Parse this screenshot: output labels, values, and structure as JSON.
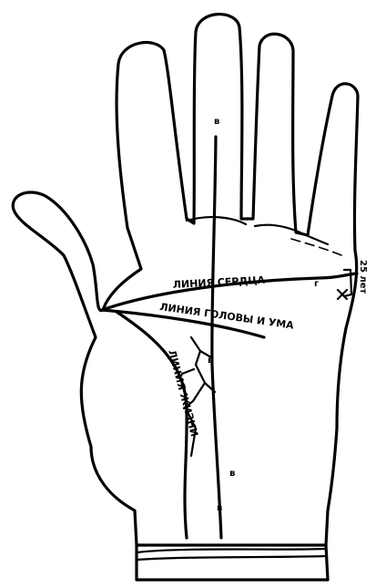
{
  "labels": {
    "heart_line": "ЛИНИЯ СЕРДЦА",
    "head_line": "ЛИНИЯ ГОЛОВЫ И УМА",
    "life_line": "ЛИНИЯ ЖИЗНИ",
    "side_note": "25 лет",
    "mark_b_top": "в",
    "mark_g": "г",
    "mark_b_mid": "в",
    "mark_b_low": "в",
    "mark_b_bottom": "в"
  }
}
